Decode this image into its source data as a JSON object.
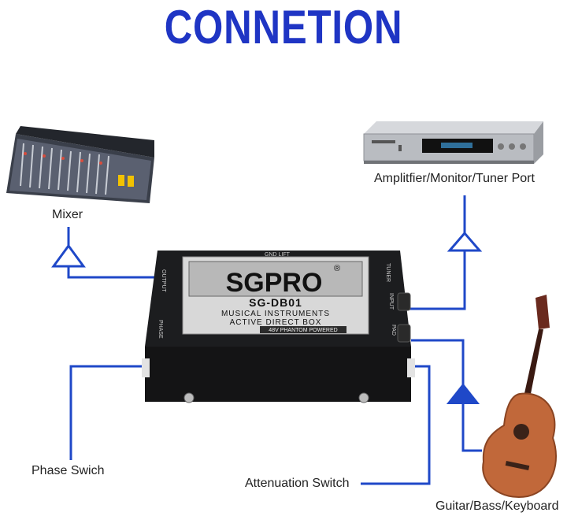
{
  "title": "CONNETION",
  "labels": {
    "mixer": "Mixer",
    "amplifier": "Amplitfier/Monitor/Tuner Port",
    "phase": "Phase Swich",
    "attenuation": "Attenuation Switch",
    "guitar": "Guitar/Bass/Keyboard"
  },
  "device": {
    "brand": "SGPRO",
    "registered": "®",
    "model": "SG-DB01",
    "line1": "MUSICAL INSTRUMENTS",
    "line2": "ACTIVE DIRECT BOX",
    "phantom": "48V PHANTOM POWERED",
    "gnd_lift": "GND LIFT",
    "output": "OUTPUT",
    "phase": "PHASE",
    "tuner": "TUNER",
    "input": "INPUT",
    "pad": "PAD"
  },
  "colors": {
    "title": "#1f35c4",
    "line": "#1f48c8"
  }
}
